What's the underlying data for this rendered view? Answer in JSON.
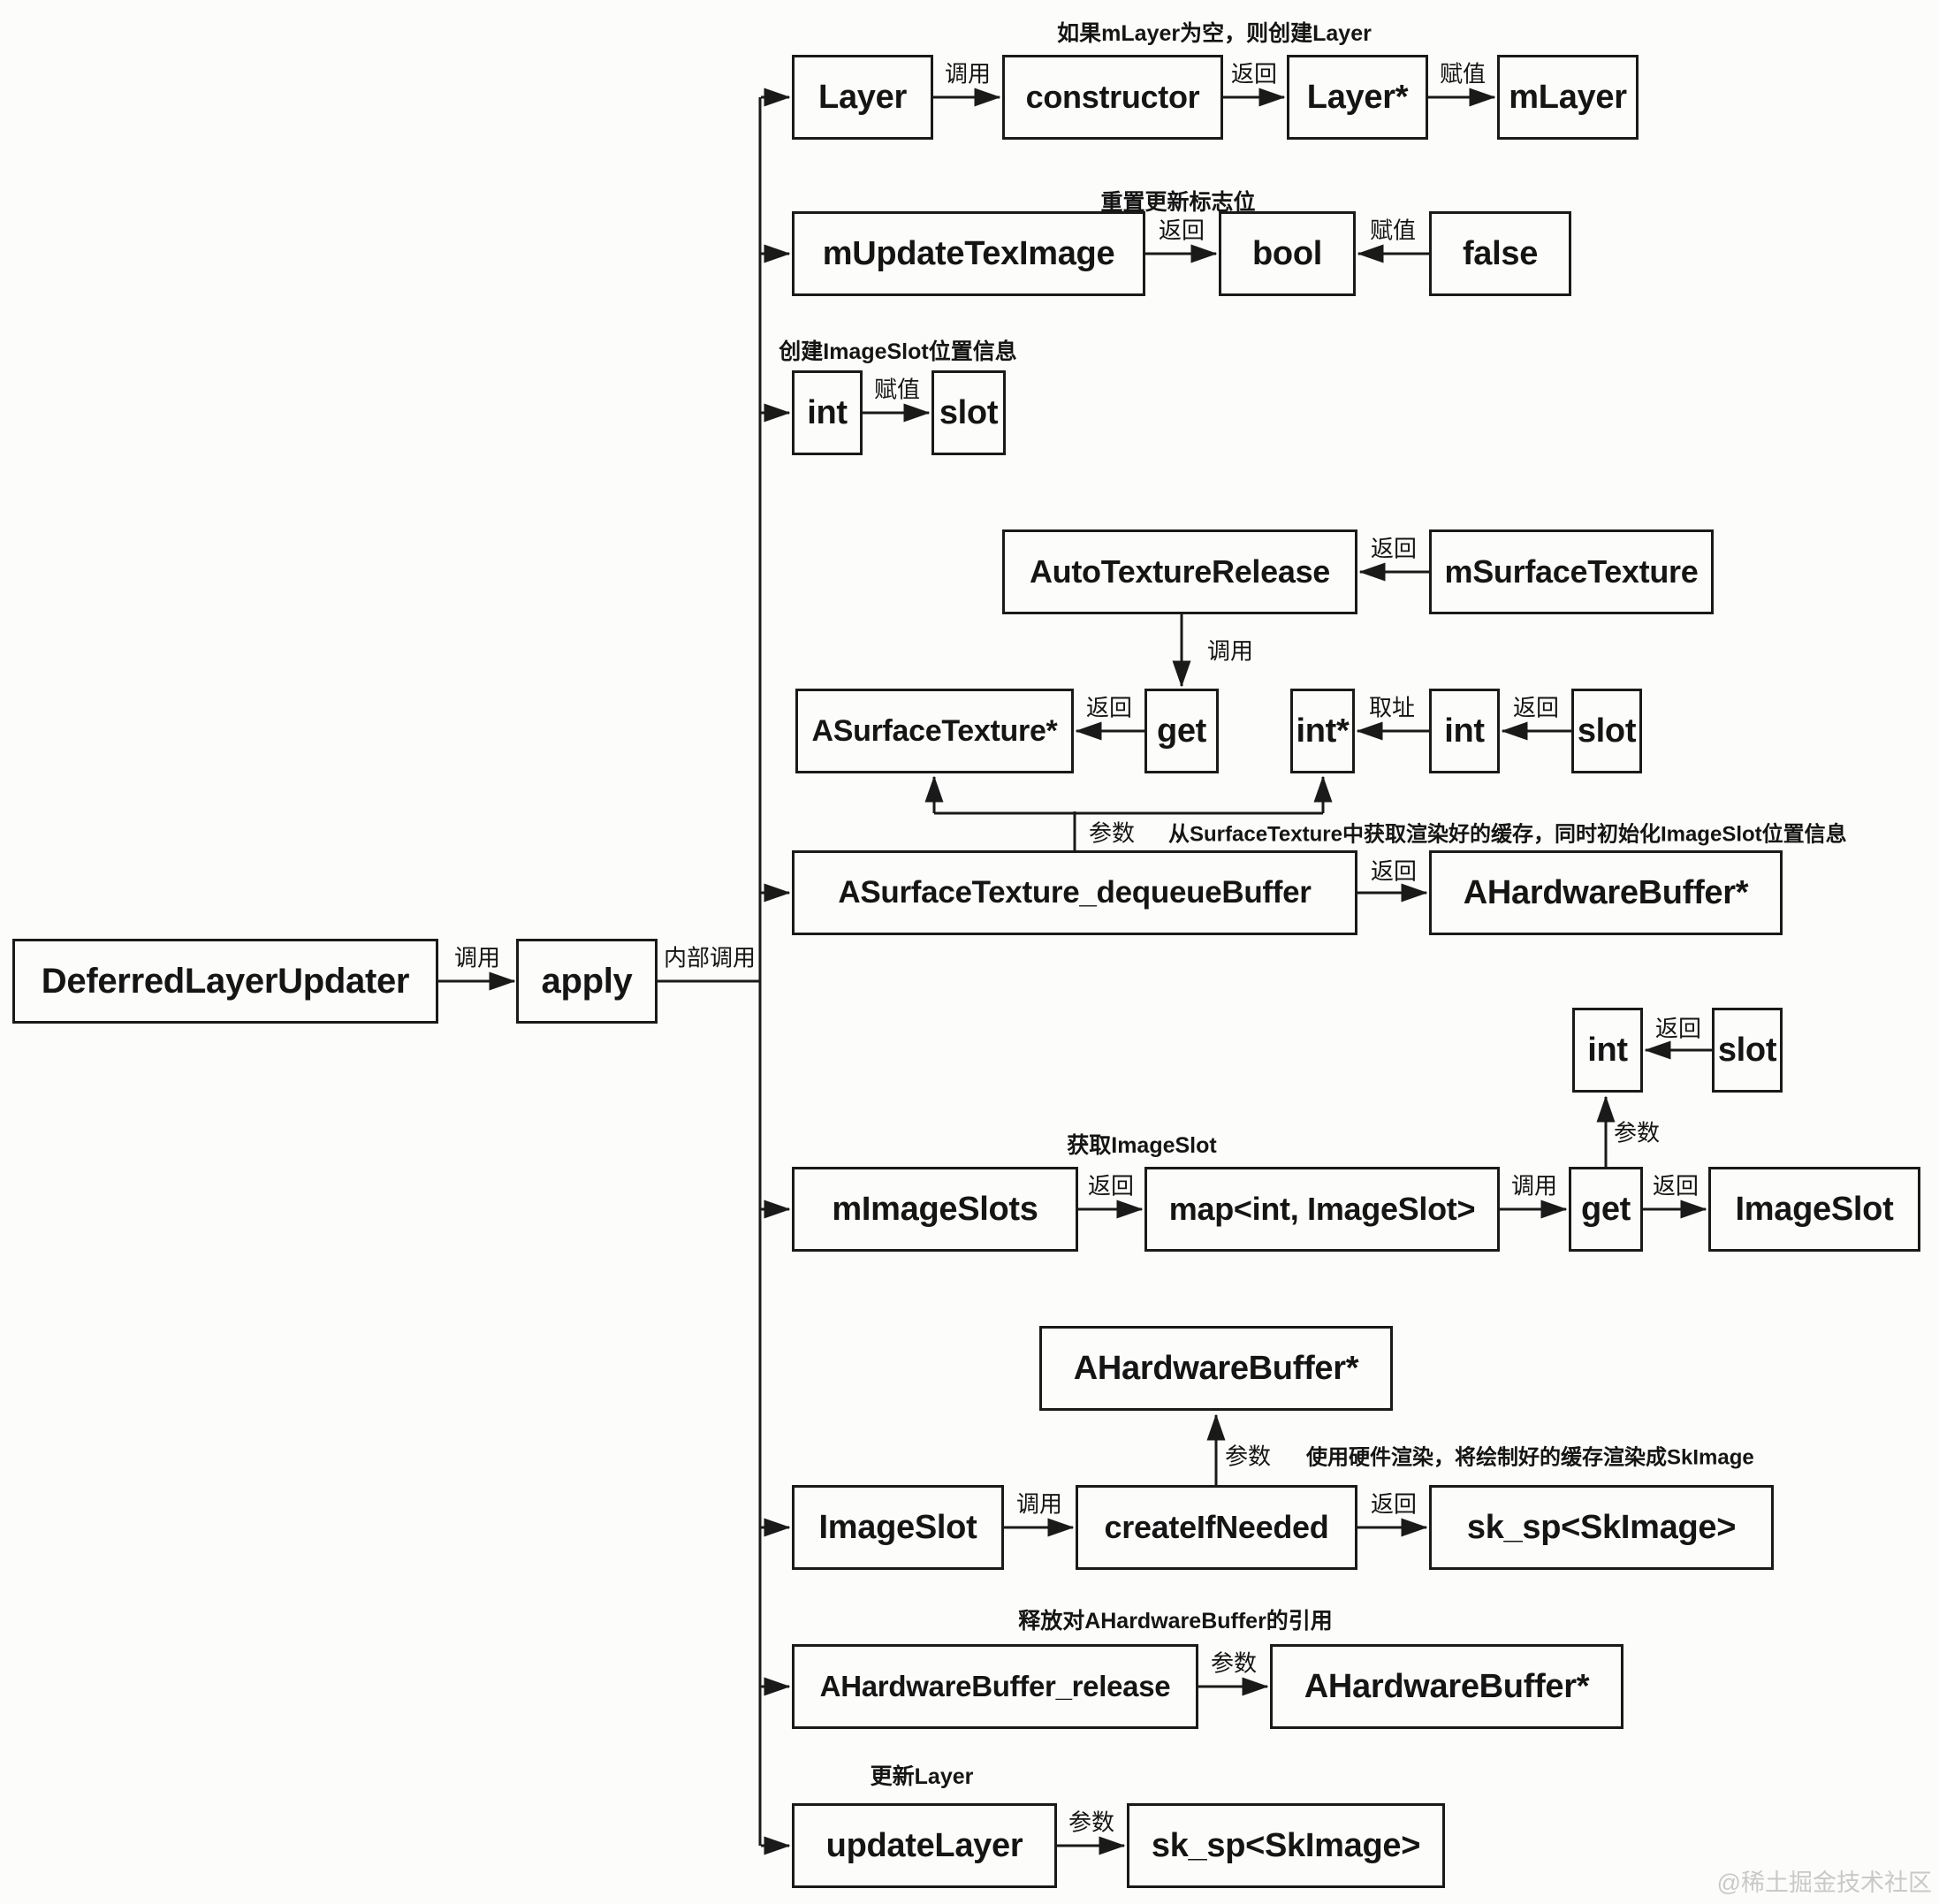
{
  "colors": {
    "ink": "#1a1a1a",
    "background": "#fcfcfa",
    "watermark_color": "#c9c9c9"
  },
  "watermark": "@稀土掘金技术社区",
  "main": {
    "root": "DeferredLayerUpdater",
    "call": "调用",
    "apply": "apply",
    "internal_call": "内部调用"
  },
  "row1": {
    "title": "如果mLayer为空，则创建Layer",
    "layer": "Layer",
    "call": "调用",
    "constructor": "constructor",
    "ret": "返回",
    "layer_ptr": "Layer*",
    "assign": "赋值",
    "m_layer": "mLayer"
  },
  "row2": {
    "title": "重置更新标志位",
    "m_update_tex_image": "mUpdateTexImage",
    "ret": "返回",
    "bool_type": "bool",
    "assign": "赋值",
    "false_value": "false"
  },
  "row3": {
    "title": "创建ImageSlot位置信息",
    "int_type": "int",
    "assign": "赋值",
    "slot": "slot"
  },
  "row4": {
    "auto_texture_release": "AutoTextureRelease",
    "ret_from_surface_texture": "返回",
    "m_surface_texture": "mSurfaceTexture",
    "call": "调用",
    "asurface_texture_ptr": "ASurfaceTexture*",
    "ret_from_get": "返回",
    "get": "get",
    "int_ptr": "int*",
    "address_of": "取址",
    "int_type": "int",
    "ret_from_slot": "返回",
    "slot": "slot",
    "param": "参数",
    "note": "从SurfaceTexture中获取渲染好的缓存，同时初始化ImageSlot位置信息",
    "dequeue_buffer": "ASurfaceTexture_dequeueBuffer",
    "ret": "返回",
    "ahardware_buffer_ptr": "AHardwareBuffer*"
  },
  "row5": {
    "title": "获取ImageSlot",
    "int_type": "int",
    "ret_from_slot": "返回",
    "slot": "slot",
    "param": "参数",
    "m_image_slots": "mImageSlots",
    "ret": "返回",
    "map_type": "map<int, ImageSlot>",
    "call": "调用",
    "get": "get",
    "ret_from_get": "返回",
    "image_slot": "ImageSlot"
  },
  "row6": {
    "ahardware_buffer_ptr": "AHardwareBuffer*",
    "param": "参数",
    "note": "使用硬件渲染，将绘制好的缓存渲染成SkImage",
    "image_slot": "ImageSlot",
    "call": "调用",
    "create_if_needed": "createIfNeeded",
    "ret": "返回",
    "sk_sp_skimage": "sk_sp<SkImage>"
  },
  "row7": {
    "title": "释放对AHardwareBuffer的引用",
    "release": "AHardwareBuffer_release",
    "param": "参数",
    "ahardware_buffer_ptr": "AHardwareBuffer*"
  },
  "row8": {
    "title": "更新Layer",
    "update_layer": "updateLayer",
    "param": "参数",
    "sk_sp_skimage": "sk_sp<SkImage>"
  }
}
